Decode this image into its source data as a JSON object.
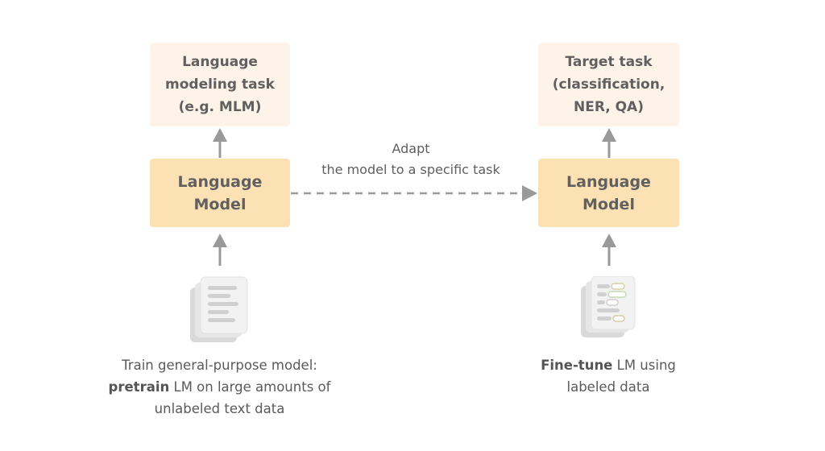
{
  "left": {
    "task_box": {
      "lines": [
        "Language",
        "modeling task",
        "(e.g. MLM)"
      ]
    },
    "model_box": {
      "lines": [
        "Language",
        "Model"
      ]
    },
    "caption": {
      "line1": "Train general-purpose model:",
      "line2_bold": "pretrain",
      "line2_rest": " LM on large amounts of",
      "line3": "unlabeled text data"
    },
    "doc_icon": "unlabeled-text-document-icon"
  },
  "middle": {
    "adapt_lines": [
      "Adapt",
      "the model to a specific task"
    ]
  },
  "right": {
    "task_box": {
      "lines": [
        "Target task",
        "(classification,",
        "NER, QA)"
      ]
    },
    "model_box": {
      "lines": [
        "Language",
        "Model"
      ]
    },
    "caption": {
      "line1_bold": "Fine-tune",
      "line1_rest": " LM using",
      "line2": "labeled data"
    },
    "doc_icon": "labeled-data-document-icon"
  },
  "colors": {
    "task_box": "#fdf3e9",
    "model_box": "#fbe1b3",
    "arrow": "#999999",
    "text": "#5f5f5f"
  }
}
